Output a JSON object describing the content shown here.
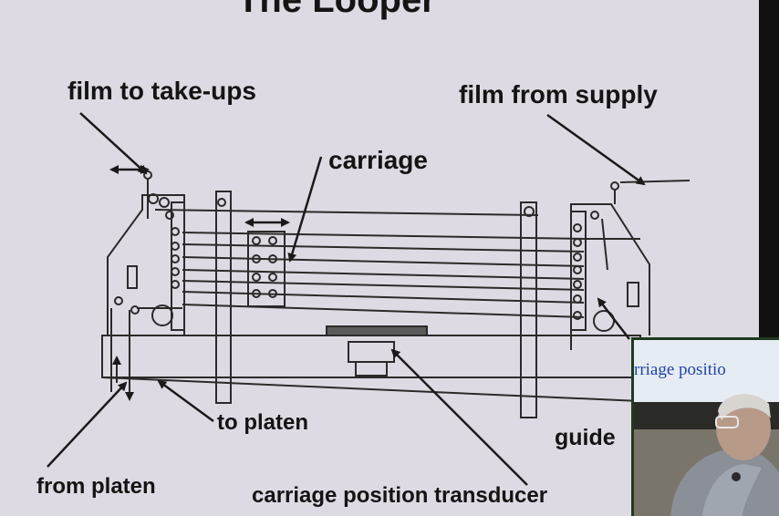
{
  "title": "The Looper",
  "labels": {
    "film_to_takeups": "film to take-ups",
    "film_from_supply": "film from  supply",
    "carriage": "carriage",
    "to_platen": "to platen",
    "guide": "guide",
    "from_platen": "from platen",
    "carriage_position_transducer": "carriage  position transducer"
  },
  "inset": {
    "slide_text": "rriage  positio"
  },
  "colors": {
    "slide_background": "#dedae4",
    "line": "#2a2a2a",
    "inset_text": "#2244a8"
  }
}
